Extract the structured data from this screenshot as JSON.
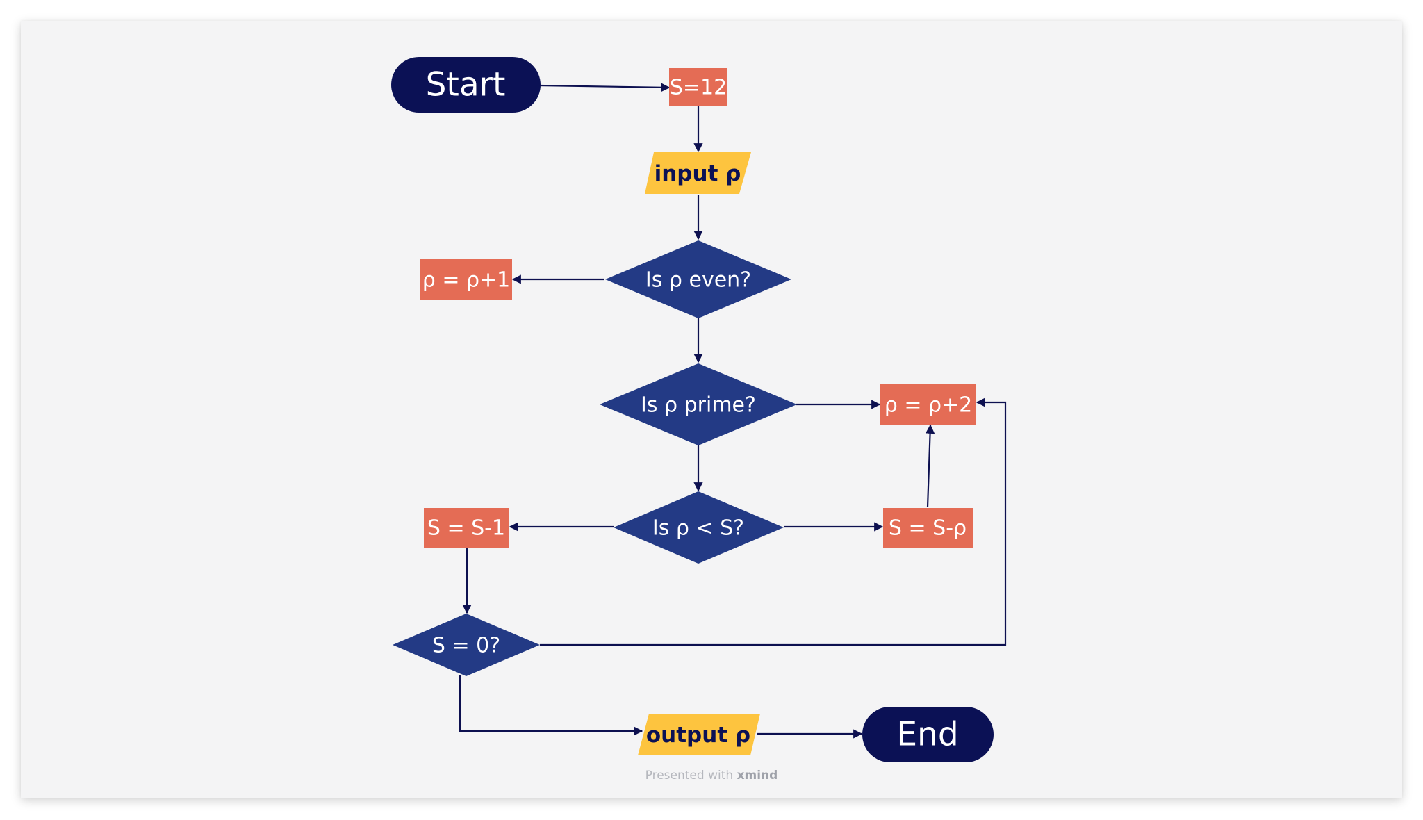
{
  "colors": {
    "background": "#f4f4f5",
    "terminal": "#0b1155",
    "process": "#e46c55",
    "io": "#fdc43f",
    "decision": "#233a85",
    "connector": "#0d1050",
    "text_light": "#ffffff",
    "text_dark": "#0b1155"
  },
  "nodes": {
    "start": "Start",
    "s_init": "S=12",
    "input": "input ρ",
    "even_check": "Is ρ even?",
    "increment_one": "ρ = ρ+1",
    "prime_check": "Is ρ prime?",
    "increment_two": "ρ = ρ+2",
    "less_check": "Is ρ < S?",
    "s_minus_one": "S = S-1",
    "s_minus_rho": "S = S-ρ",
    "zero_check": "S = 0?",
    "output": "output ρ",
    "end": "End"
  },
  "footer": {
    "prefix": "Presented with",
    "brand": "xmind"
  }
}
